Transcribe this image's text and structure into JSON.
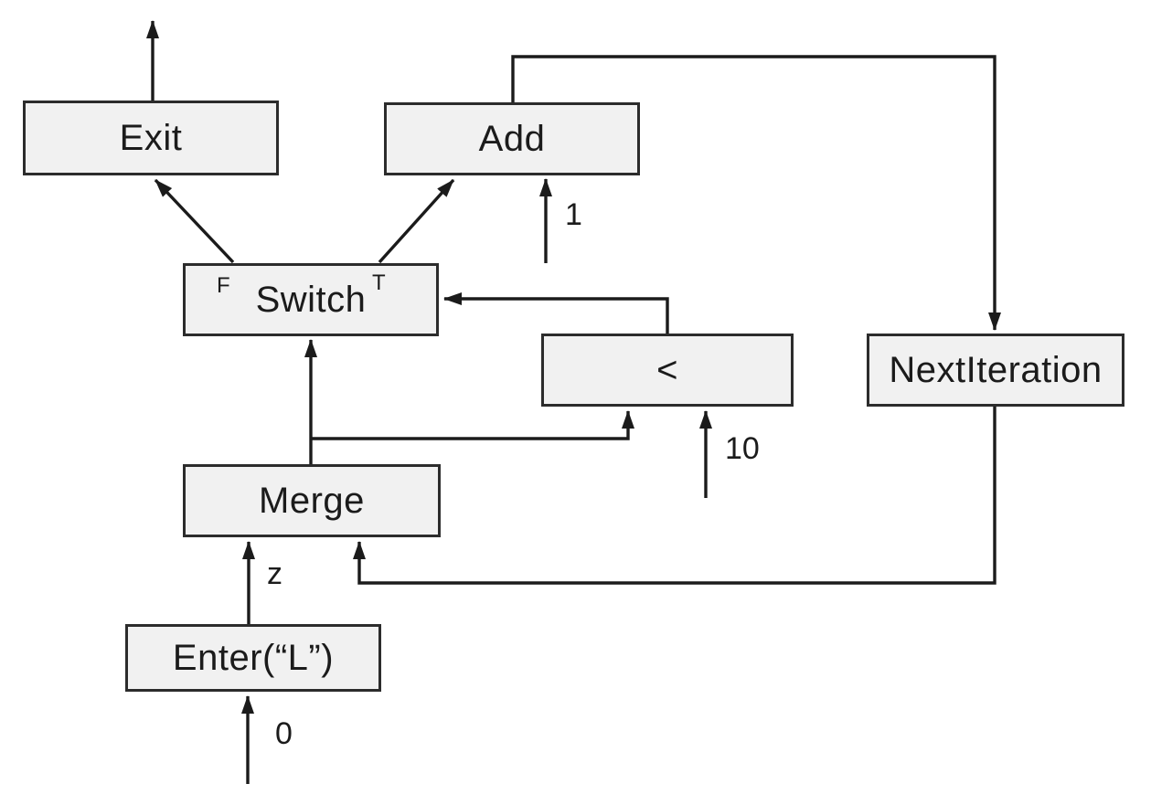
{
  "diagram": {
    "nodes": {
      "exit": {
        "label": "Exit"
      },
      "add": {
        "label": "Add"
      },
      "switch": {
        "label": "Switch",
        "port_false": "F",
        "port_true": "T"
      },
      "less_than": {
        "label": "<"
      },
      "next_iteration": {
        "label": "NextIteration"
      },
      "merge": {
        "label": "Merge"
      },
      "enter": {
        "label": "Enter(“L”)"
      }
    },
    "edge_labels": {
      "add_constant": "1",
      "less_constant": "10",
      "enter_variable": "z",
      "enter_constant": "0"
    },
    "colors": {
      "background": "#ffffff",
      "node_fill": "#f1f1f1",
      "node_border": "#2c2c2c",
      "edge": "#1b1b1b",
      "text": "#1b1b1b"
    }
  }
}
